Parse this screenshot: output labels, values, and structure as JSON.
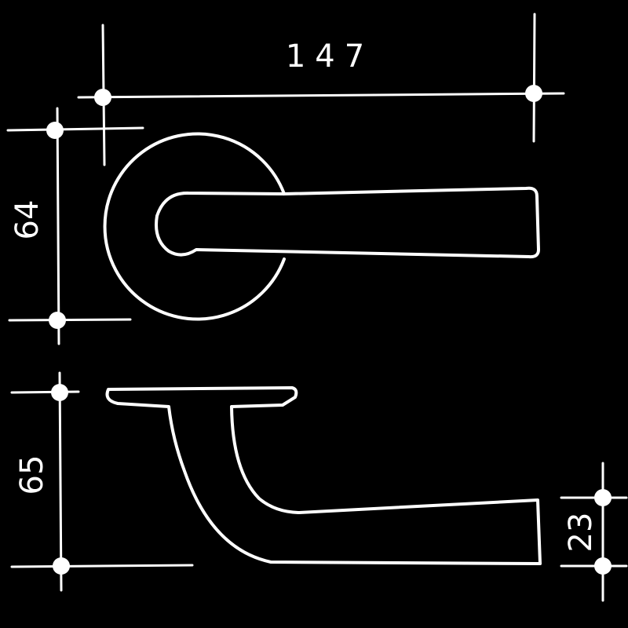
{
  "dimensions": {
    "width": "147",
    "height_top": "64",
    "height_side": "65",
    "rose_thickness": "23"
  },
  "colors": {
    "background": "#000000",
    "line": "#ffffff"
  }
}
